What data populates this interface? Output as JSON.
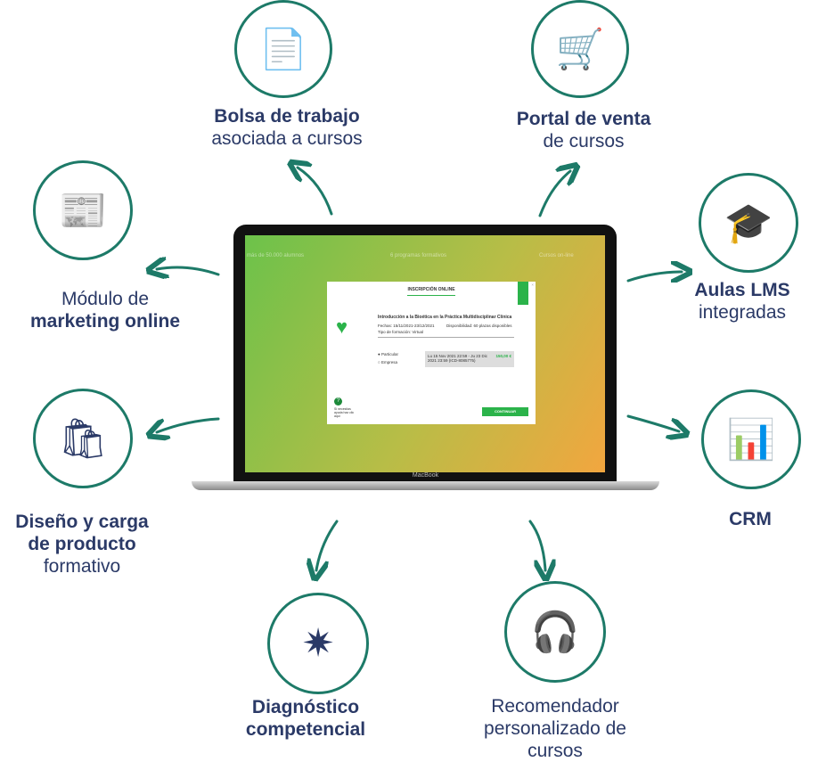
{
  "features": [
    {
      "title_bold": "Bolsa de trabajo",
      "title_rest": "asociada a cursos",
      "icon": "job-board-document-icon"
    },
    {
      "title_bold": "Portal de venta",
      "title_rest": "de cursos",
      "icon": "course-store-grid-icon"
    },
    {
      "title_pre": "Módulo de",
      "title_bold": "marketing online",
      "icon": "marketing-newsletter-icon"
    },
    {
      "title_bold": "Aulas LMS",
      "title_rest": "integradas",
      "icon": "lms-graduation-monitor-icon"
    },
    {
      "title_bold": "Diseño y carga de producto",
      "title_rest": "formativo",
      "icon": "product-design-shop-icon"
    },
    {
      "title_bold": "CRM",
      "icon": "crm-table-icon"
    },
    {
      "title_bold": "Diagnóstico competencial",
      "icon": "radar-chart-icon"
    },
    {
      "title_rest": "Recomendador personalizado de cursos",
      "icon": "recommender-agent-icon"
    }
  ],
  "laptop": {
    "brand": "MacBook",
    "stats": [
      "más de 50.000 alumnos",
      "6 programas formativos",
      "Cursos on-line"
    ],
    "modal": {
      "title": "INSCRIPCIÓN ONLINE",
      "course": "Introducción a la Bioética en la Práctica Multidisciplinar Clínica",
      "dates": "Fechas: 15/11/2021-23/12/2021",
      "availability": "Disponibilidad: 60 plazas disponibles",
      "type": "Tipo de formación: Virtual",
      "option1": "Particular",
      "option2": "Empresa",
      "period": "Lu 15 Nov 2021 22:59 - Ju 23 Dic 2021 23:59 (ICD-8085775)",
      "price": "150,00 €",
      "help": "Si necesitas ayuda haz clic aquí",
      "continue": "CONTINUAR"
    }
  },
  "colors": {
    "navy": "#2b3a67",
    "teal": "#1d7a68",
    "green": "#2bb34a"
  }
}
